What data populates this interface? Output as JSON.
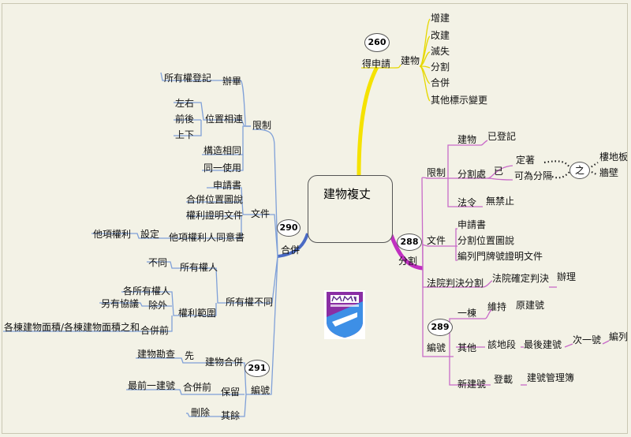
{
  "center": "建物複丈",
  "colors": {
    "yellow": "#f5e200",
    "magenta": "#c84fc4",
    "blue": "#5a76c8",
    "purple_light": "#b07ad0",
    "blue_light": "#8fb1da"
  },
  "top": {
    "code": "260",
    "label": "得申請",
    "child": "建物",
    "items": [
      "增建",
      "改建",
      "滅失",
      "分割",
      "合併",
      "其他標示變更"
    ]
  },
  "right": {
    "code": "288",
    "label": "分割",
    "restrict": {
      "label": "限制",
      "building": "建物",
      "registered": "已登記",
      "division_place": "分割處",
      "already": "已",
      "defined": "定著",
      "can_divide": "可為分隔",
      "of": "之",
      "floor_slab": "樓地板",
      "wall": "牆壁",
      "law": "法令",
      "no_ban": "無禁止"
    },
    "docs": {
      "label": "文件",
      "items": [
        "申請書",
        "分割位置圖說",
        "編列門牌號證明文件"
      ]
    },
    "court": {
      "label": "法院判決分割",
      "confirm": "法院確定判決",
      "handle": "辦理"
    },
    "number": {
      "code": "289",
      "label": "編號",
      "one": "一棟",
      "keep": "維持",
      "original": "原建號",
      "other": "其他",
      "section": "該地段",
      "last": "最後建號",
      "next": "次一號",
      "assign": "編列",
      "new_bldg": "新建號",
      "register": "登載",
      "book": "建號管理簿"
    }
  },
  "left": {
    "code": "290",
    "label": "合併",
    "restrict": {
      "label": "限制",
      "handle": "辦畢",
      "ownership_reg": "所有權登記",
      "position": "位置相連",
      "directions": [
        "左右",
        "前後",
        "上下"
      ],
      "struct_same": "構造相同",
      "same_use": "同一使用"
    },
    "docs": {
      "label": "文件",
      "items": [
        "申請書",
        "合併位置圖說",
        "權利證明文件",
        "他項權利人同意書"
      ],
      "setting": "設定",
      "other_rights": "他項權利"
    },
    "owner_diff": {
      "label": "所有權不同",
      "owner": "所有權人",
      "differ": "不同",
      "scope": "權利範圍",
      "except": "除外",
      "each_owner": "各所有權人",
      "agreement": "另有協議",
      "before": "合併前",
      "formula": "各棟建物面積/各棟建物面積之和"
    },
    "number": {
      "code": "291",
      "label": "編號",
      "merge": "建物合併",
      "first": "先",
      "survey": "建物勘查",
      "keep": "保留",
      "before": "合併前",
      "front_no": "最前一建號",
      "rest": "其餘",
      "delete": "刪除"
    }
  }
}
